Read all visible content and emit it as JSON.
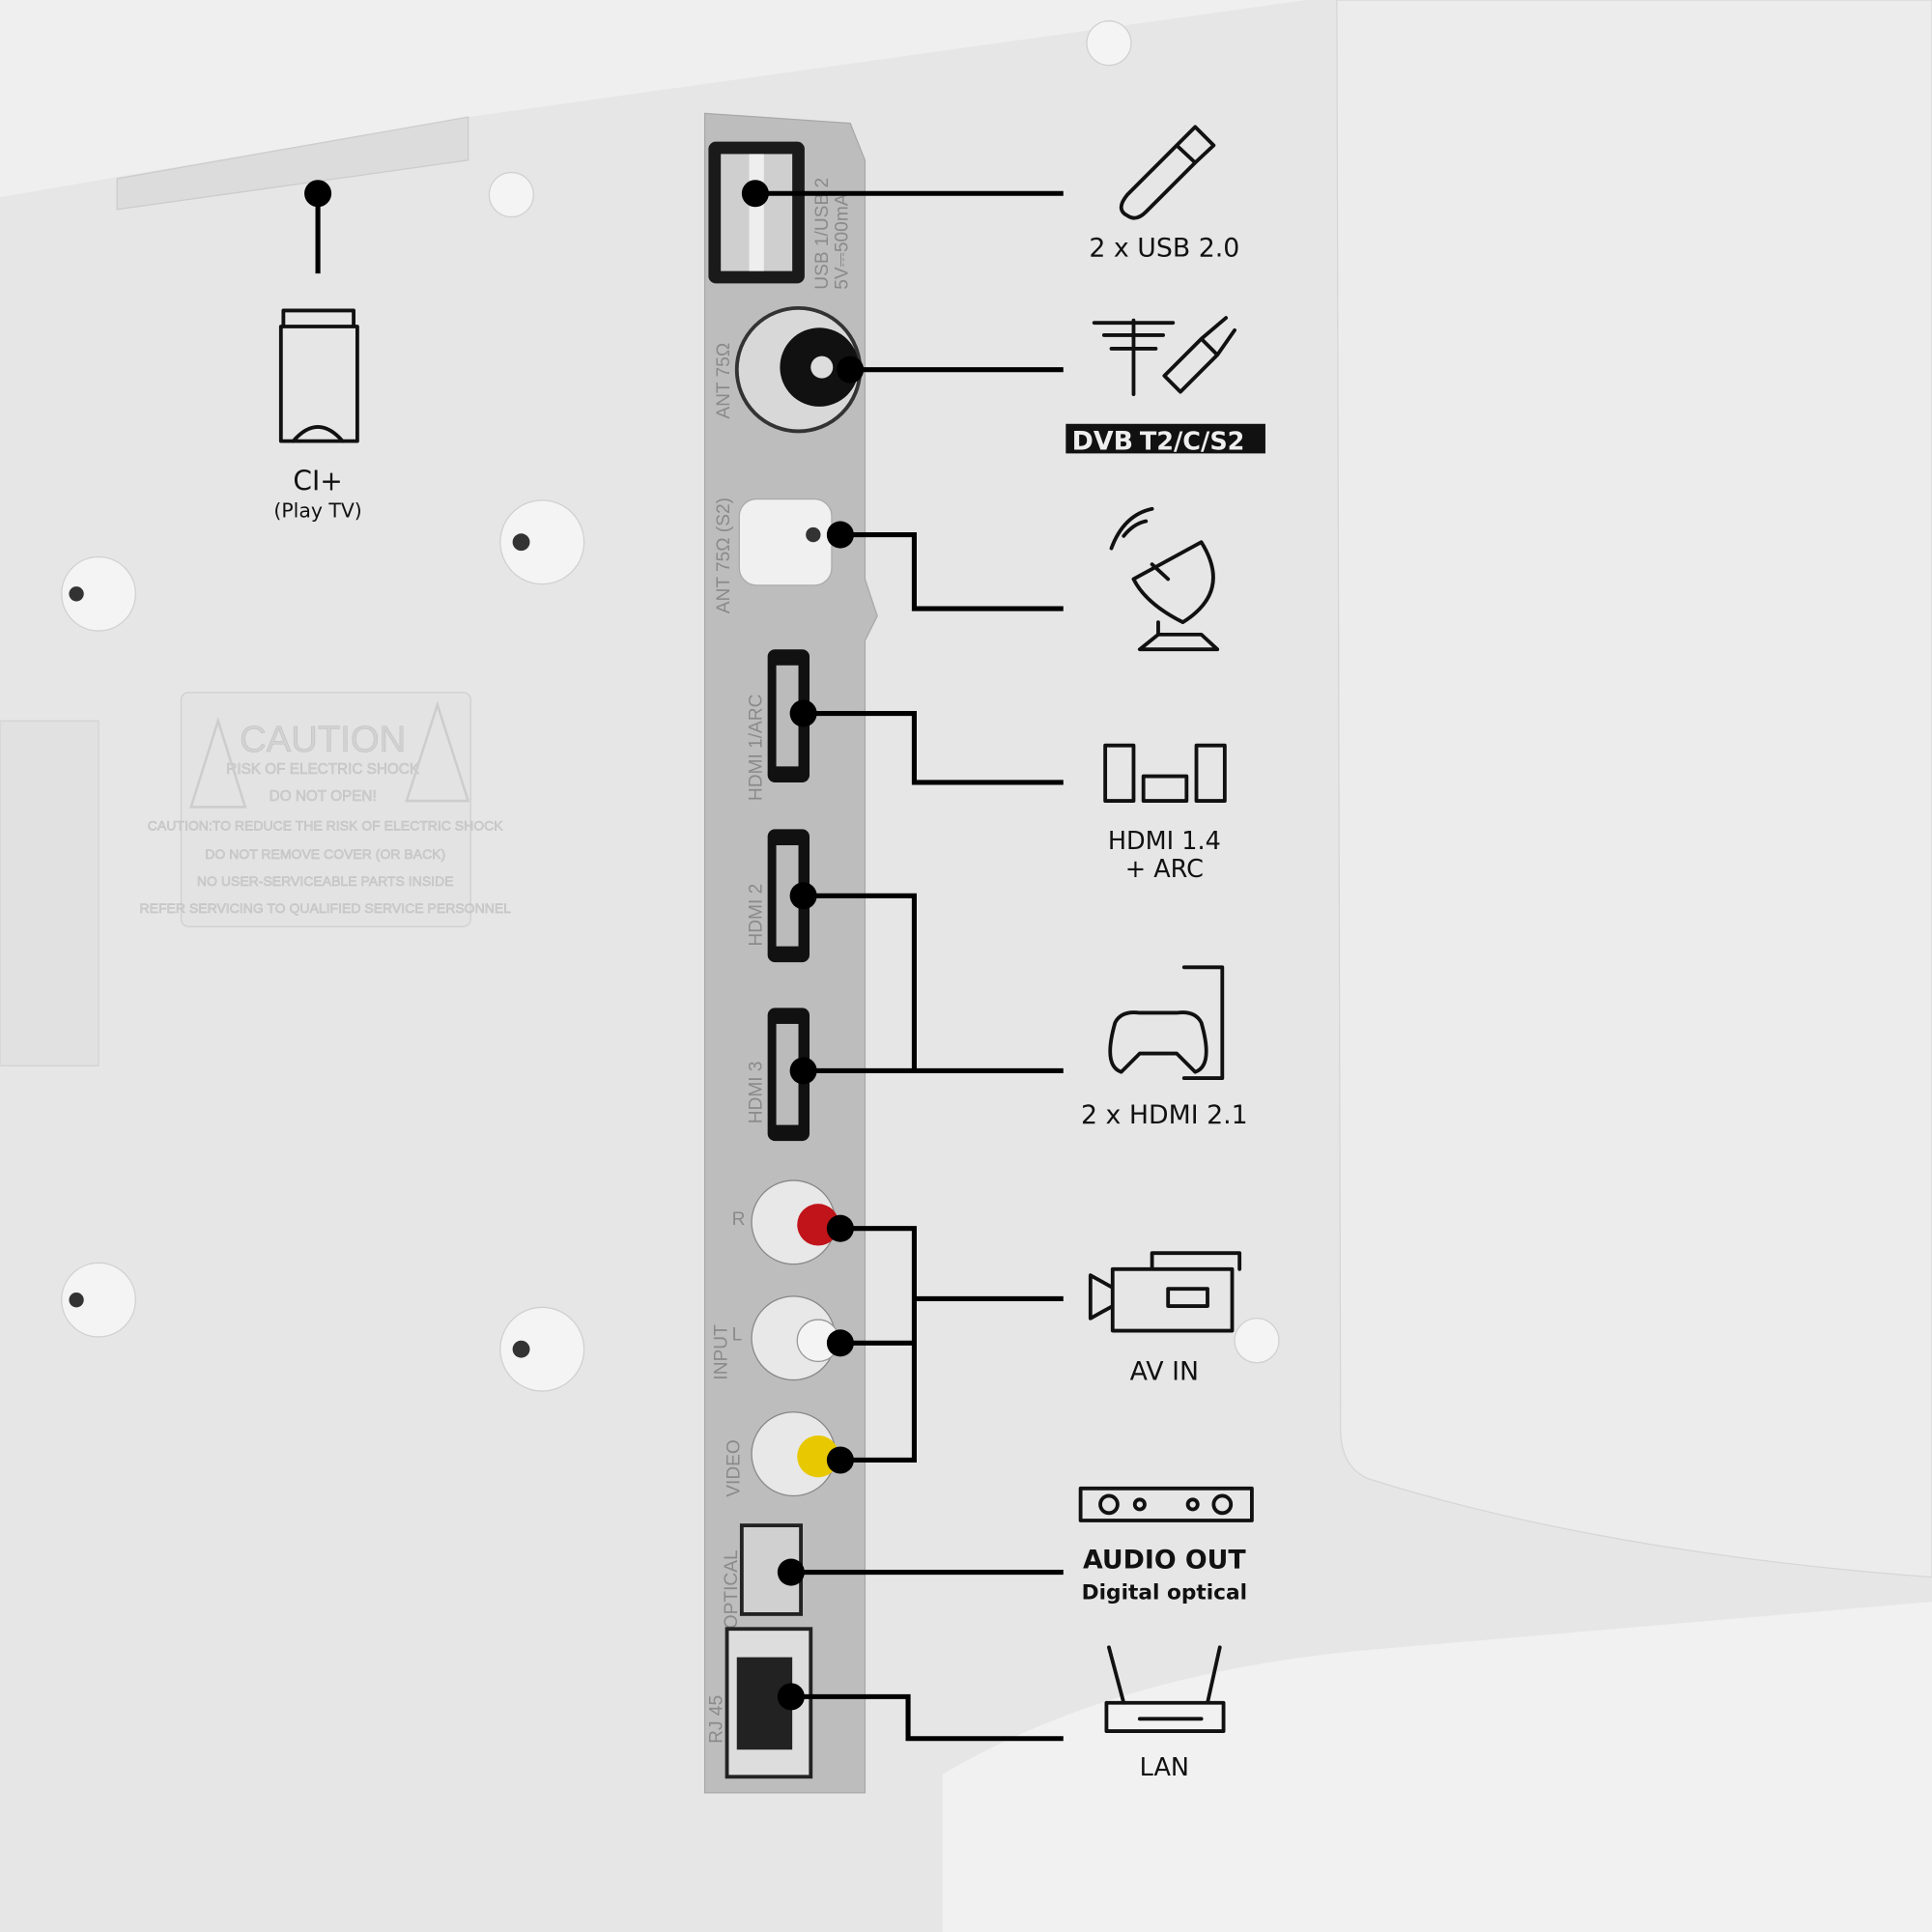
{
  "ports": {
    "ci": {
      "label": "CI+",
      "sub": "(Play TV)"
    },
    "usb": {
      "label": "2 x USB 2.0",
      "panel": "USB 1/USB 2",
      "panel_power": "5V⎓500mA"
    },
    "antenna": {
      "label_dvb": "DVB",
      "label_std": "T2/C/S2",
      "panel": "ANT 75Ω"
    },
    "satellite": {
      "panel": "ANT 75Ω (S2)"
    },
    "hdmi1": {
      "label_line1": "HDMI 1.4",
      "label_line2": "+ ARC",
      "panel": "HDMI 1/ARC"
    },
    "hdmi23": {
      "label": "2 x HDMI 2.1",
      "panel2": "HDMI 2",
      "panel3": "HDMI 3"
    },
    "av": {
      "label": "AV IN",
      "panel_r": "R",
      "panel_l": "L",
      "panel_input": "INPUT",
      "panel_video": "VIDEO"
    },
    "optical": {
      "label": "AUDIO OUT",
      "sub": "Digital optical",
      "panel": "OPTICAL"
    },
    "lan": {
      "label": "LAN",
      "panel": "RJ 45"
    }
  },
  "caution": {
    "title": "CAUTION",
    "line1": "RISK OF ELECTRIC SHOCK",
    "line2": "DO NOT OPEN!",
    "line3": "CAUTION:TO REDUCE THE RISK OF ELECTRIC SHOCK",
    "line4": "DO NOT REMOVE COVER (OR BACK)",
    "line5": "NO USER-SERVICEABLE PARTS INSIDE",
    "line6": "REFER SERVICING TO QUALIFIED SERVICE PERSONNEL"
  },
  "colors": {
    "av_right": "#c0141a",
    "av_left": "#f4f4f4",
    "av_video": "#e8c800",
    "leader": "#000000"
  }
}
